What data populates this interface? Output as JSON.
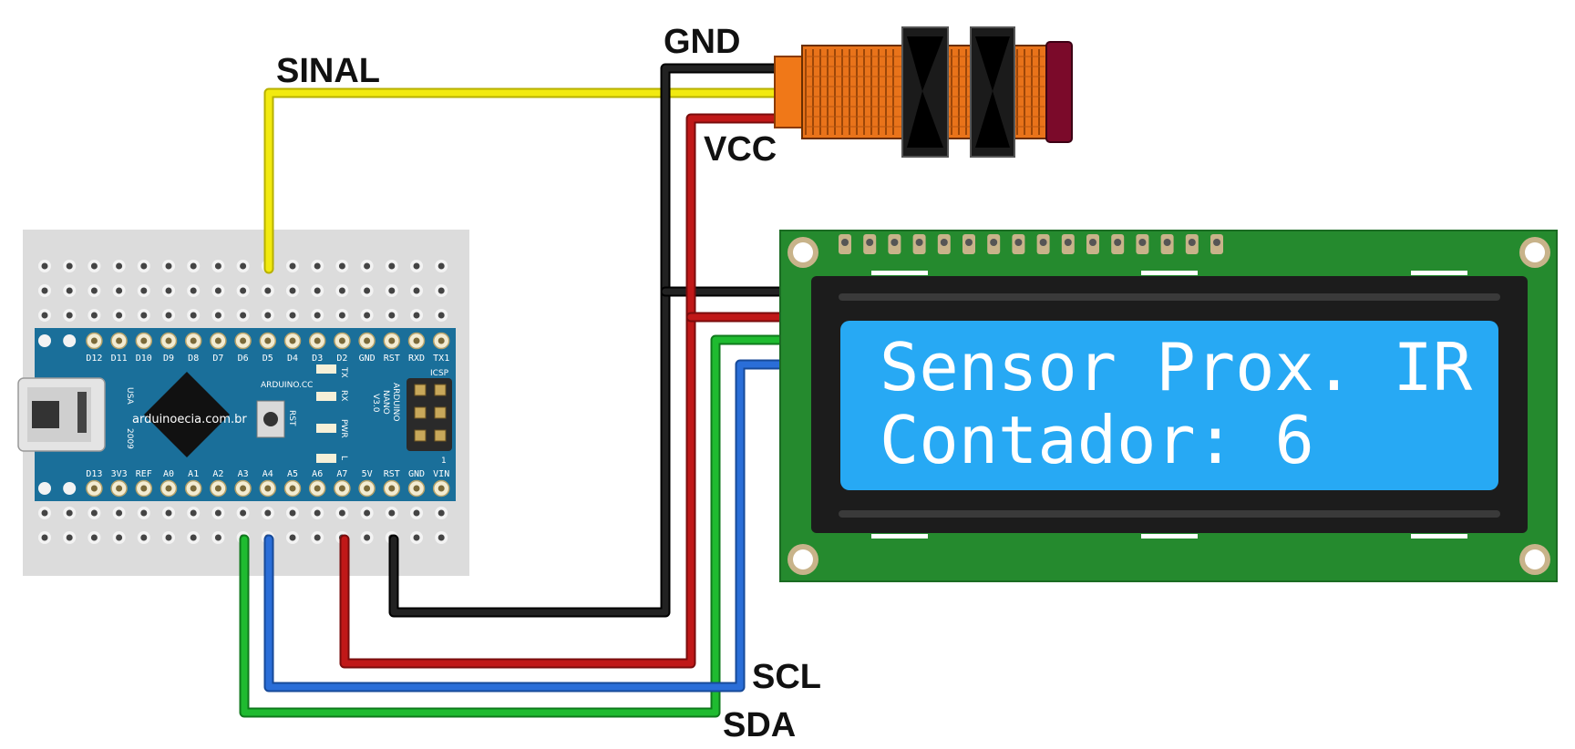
{
  "wire_labels": {
    "signal": "SINAL",
    "gnd": "GND",
    "vcc": "VCC",
    "scl": "SCL",
    "sda": "SDA"
  },
  "arduino": {
    "top_pins": [
      "D12",
      "D11",
      "D10",
      "D9",
      "D8",
      "D7",
      "D6",
      "D5",
      "D4",
      "D3",
      "D2",
      "GND",
      "RST",
      "RXD",
      "TX1"
    ],
    "bottom_pins": [
      "D13",
      "3V3",
      "REF",
      "A0",
      "A1",
      "A2",
      "A3",
      "A4",
      "A5",
      "A6",
      "A7",
      "5V",
      "RST",
      "GND",
      "VIN"
    ],
    "brand": "ARDUINO.CC",
    "model_lines": [
      "ARDUINO",
      "NANO",
      "V3.0"
    ],
    "usa": "USA",
    "year": "2009",
    "icsp": "ICSP",
    "rst_button": "RST",
    "led_labels": [
      "TX",
      "RX",
      "PWR",
      "L"
    ],
    "one_label": "1",
    "credit": "arduinoecia.com.br"
  },
  "lcd": {
    "line1": "Sensor Prox. IR",
    "line2": "Contador: 6"
  },
  "colors": {
    "signal": "#f2ea10",
    "gnd": "#111111",
    "vcc": "#c01818",
    "scl": "#2a6ed8",
    "sda": "#1fbb30",
    "board_blue": "#1a6f9a",
    "lcd_pcb": "#258a2e",
    "lcd_screen": "#27a9f4",
    "sensor_body": "#e9731a"
  }
}
